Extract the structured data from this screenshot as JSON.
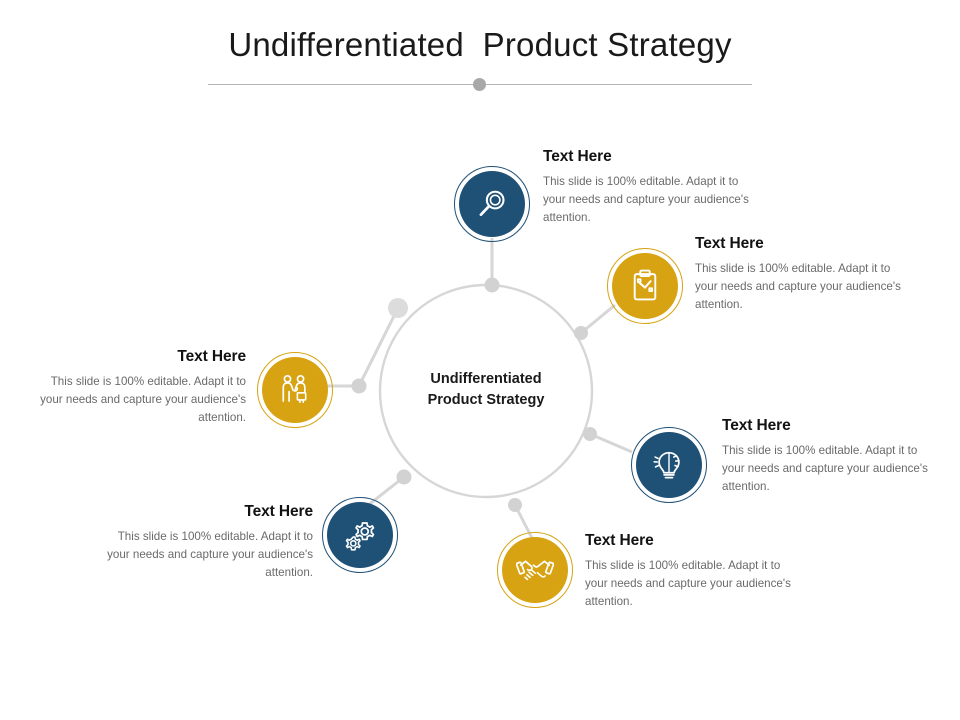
{
  "slide": {
    "title": "Undifferentiated  Product Strategy",
    "center_label_line1": "Undifferentiated",
    "center_label_line2": "Product Strategy"
  },
  "colors": {
    "navy": "#1f5076",
    "gold": "#d7a313",
    "title_text": "#1a1a1a",
    "heading_text": "#121212",
    "body_text": "#6a6a6a",
    "wheel_gray": "#d6d6d6",
    "node_gray": "#d2d2d2",
    "rule_gray": "#b5b5b5"
  },
  "body_text": "This slide is 100% editable. Adapt it to your needs and capture your audience's attention.",
  "items": [
    {
      "id": "item-1",
      "position": "top",
      "icon": "magnifier-icon",
      "color": "navy",
      "heading": "Text Here",
      "body": "This slide is 100% editable. Adapt it to your needs and capture your audience's attention.",
      "align": "left"
    },
    {
      "id": "item-2",
      "position": "upper-right",
      "icon": "clipboard-plan-icon",
      "color": "gold",
      "heading": "Text Here",
      "body": "This slide is 100% editable. Adapt it to your needs and capture your audience's attention.",
      "align": "left"
    },
    {
      "id": "item-3",
      "position": "lower-right",
      "icon": "lightbulb-gear-icon",
      "color": "navy",
      "heading": "Text Here",
      "body": "This slide is 100% editable. Adapt it to your needs and capture your audience's attention.",
      "align": "left"
    },
    {
      "id": "item-4",
      "position": "bottom",
      "icon": "handshake-icon",
      "color": "gold",
      "heading": "Text Here",
      "body": "This slide is 100% editable. Adapt it to your needs and capture your audience's attention.",
      "align": "left"
    },
    {
      "id": "item-5",
      "position": "lower-left",
      "icon": "gears-icon",
      "color": "navy",
      "heading": "Text Here",
      "body": "This slide is 100% editable. Adapt it to your needs and capture your audience's attention.",
      "align": "right"
    },
    {
      "id": "item-6",
      "position": "upper-left",
      "icon": "people-handshake-icon",
      "color": "gold",
      "heading": "Text Here",
      "body": "This slide is 100% editable. Adapt it to your needs and capture your audience's attention.",
      "align": "right"
    }
  ]
}
